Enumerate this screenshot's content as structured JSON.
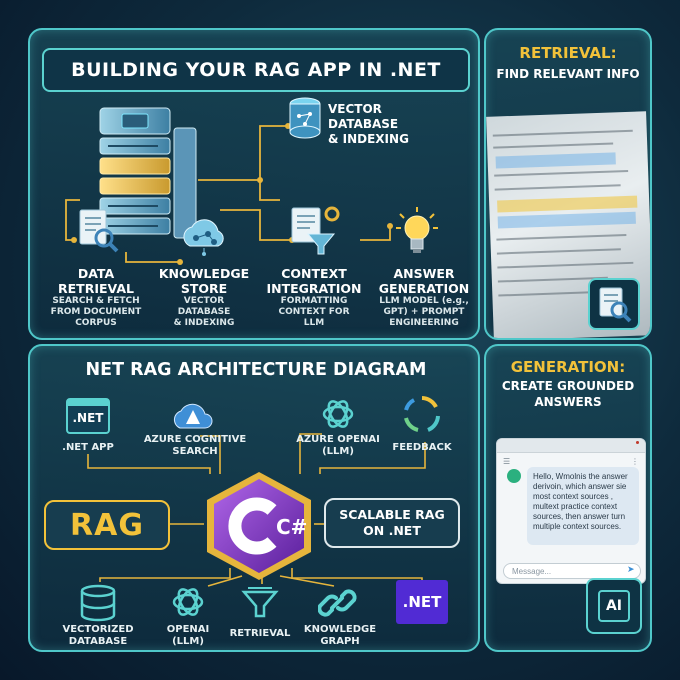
{
  "top_panel": {
    "title": "BUILDING YOUR RAG APP IN .NET",
    "vector_db": {
      "line1": "VECTOR DATABASE",
      "line2": "& INDEXING"
    },
    "steps": [
      {
        "head1": "DATA",
        "head2": "RETRIEVAL",
        "sub1": "SEARCH & FETCH",
        "sub2": "FROM DOCUMENT",
        "sub3": "CORPUS"
      },
      {
        "head1": "KNOWLEDGE",
        "head2": "STORE",
        "sub1": "VECTOR",
        "sub2": "DATABASE",
        "sub3": "& INDEXING"
      },
      {
        "head1": "CONTEXT",
        "head2": "INTEGRATION",
        "sub1": "FORMATTING",
        "sub2": "CONTEXT FOR",
        "sub3": "LLM"
      },
      {
        "head1": "ANSWER",
        "head2": "GENERATION",
        "sub1": "LLM MODEL (e.g.,",
        "sub2": "GPT) + PROMPT",
        "sub3": "ENGINEERING"
      }
    ]
  },
  "retrieval_panel": {
    "title": "RETRIEVAL:",
    "subtitle": "FIND RELEVANT INFO"
  },
  "arch_panel": {
    "title": "NET RAG ARCHITECTURE DIAGRAM",
    "top_items": [
      ".NET APP",
      "AZURE COGNITIVE",
      "SEARCH",
      "AZURE OPENAI",
      "(LLM)",
      "FEEDBACK"
    ],
    "net_icon_text": ".NET",
    "rag_label": "RAG",
    "center_logo": "C#",
    "scalable": {
      "line1": "SCALABLE RAG",
      "line2": "ON .NET"
    },
    "bottom_items": [
      {
        "line1": "VECTORIZED",
        "line2": "DATABASE"
      },
      {
        "line1": "OPENAI",
        "line2": "(LLM)"
      },
      {
        "line1": "RETRIEVAL",
        "line2": ""
      },
      {
        "line1": "KNOWLEDGE",
        "line2": "GRAPH"
      }
    ],
    "net_badge": ".NET"
  },
  "generation_panel": {
    "title": "GENERATION:",
    "subtitle1": "CREATE GROUNDED",
    "subtitle2": "ANSWERS",
    "chat_message": "Hello, Wmolnis the answer derivoin, which answer sie most context sources , multext practice context sources, then answer turn multiple context sources.",
    "input_placeholder": "Message...",
    "chip_label": "AI"
  },
  "colors": {
    "accent": "#4fc7c9",
    "gold": "#f2c23a",
    "purple": "#512bd4",
    "csharp": "#8a3fc4"
  }
}
